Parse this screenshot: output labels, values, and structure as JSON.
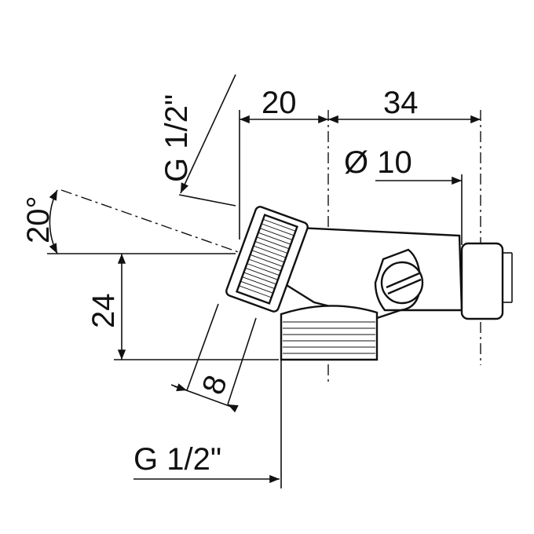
{
  "drawing": {
    "dimensions": {
      "width_20": "20",
      "width_34": "34",
      "diameter": "Ø 10",
      "thread_top": "G 1/2\"",
      "angle": "20°",
      "height_24": "24",
      "thickness_8": "8",
      "thread_bottom": "G 1/2\""
    },
    "line_color": "#111111"
  }
}
